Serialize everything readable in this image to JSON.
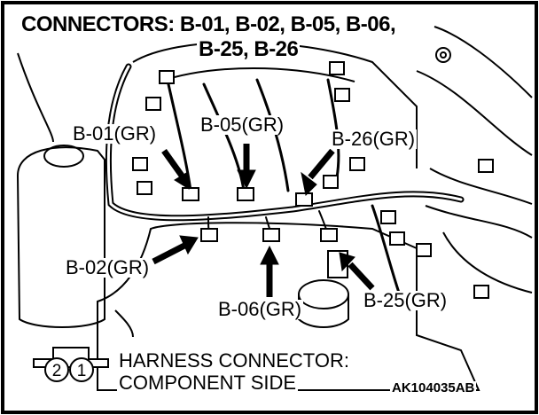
{
  "header": {
    "line1": "CONNECTORS: B-01, B-02, B-05, B-06,",
    "line2": "B-25, B-26"
  },
  "callouts": {
    "b01": "B-01(GR)",
    "b05": "B-05(GR)",
    "b26": "B-26(GR)",
    "b02": "B-02(GR)",
    "b06": "B-06(GR)",
    "b25": "B-25(GR)"
  },
  "legend": {
    "pin_2": "2",
    "pin_1": "1",
    "line1": "HARNESS CONNECTOR:",
    "line2": "COMPONENT SIDE"
  },
  "code": "AK104035AB"
}
